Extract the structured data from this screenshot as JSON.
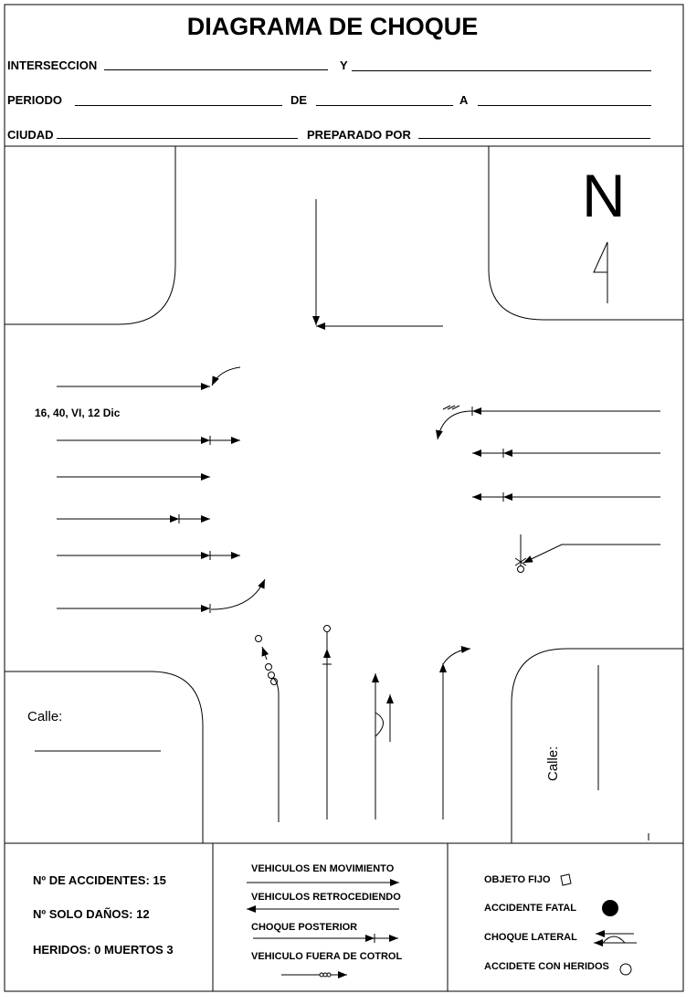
{
  "header": {
    "title": "DIAGRAMA DE CHOQUE",
    "interseccion": "INTERSECCION",
    "y": "Y",
    "periodo": "PERIODO",
    "de": "DE",
    "a": "A",
    "ciudad": "CIUDAD",
    "preparado": "PREPARADO POR"
  },
  "diagram": {
    "north": "N",
    "annotation": "16, 40, VI, 12 Dic",
    "street_left": "Calle:",
    "street_right": "Calle:"
  },
  "summary": {
    "accidentes": "Nº DE ACCIDENTES:   15",
    "danos": "Nº SOLO DAÑOS:  12",
    "heridos": "HERIDOS: 0  MUERTOS 3"
  },
  "legend": {
    "mov": "VEHICULOS EN MOVIMIENTO",
    "ret": "VEHICULOS RETROCEDIENDO",
    "post": "CHOQUE POSTERIOR",
    "fuera": "VEHICULO FUERA DE COTROL",
    "fijo": "OBJETO FIJO",
    "fatal": "ACCIDENTE FATAL",
    "lateral": "CHOQUE LATERAL",
    "heridos": "ACCIDETE CON HERIDOS"
  }
}
